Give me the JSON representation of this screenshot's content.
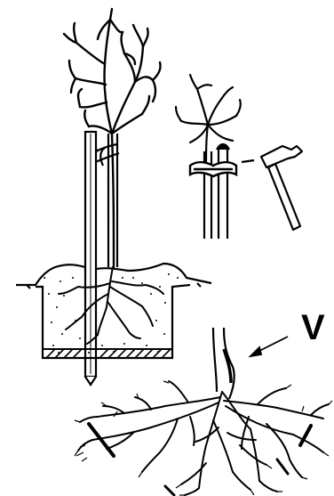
{
  "diagram": {
    "labels": {
      "graft_marker": "V"
    },
    "colors": {
      "ink": "#000000",
      "paper": "#ffffff"
    },
    "panels": [
      {
        "id": "planting-pit-with-stake",
        "icons": [
          "tree-icon",
          "stake-icon",
          "soil-pit-icon",
          "drainage-layer-icon"
        ]
      },
      {
        "id": "tying-tree-to-stake",
        "icons": [
          "tree-icon",
          "tie-icon",
          "stake-icon",
          "hammer-icon"
        ]
      },
      {
        "id": "root-pruning",
        "icons": [
          "root-system-icon",
          "arrow-icon",
          "cut-mark-icon"
        ]
      }
    ]
  }
}
